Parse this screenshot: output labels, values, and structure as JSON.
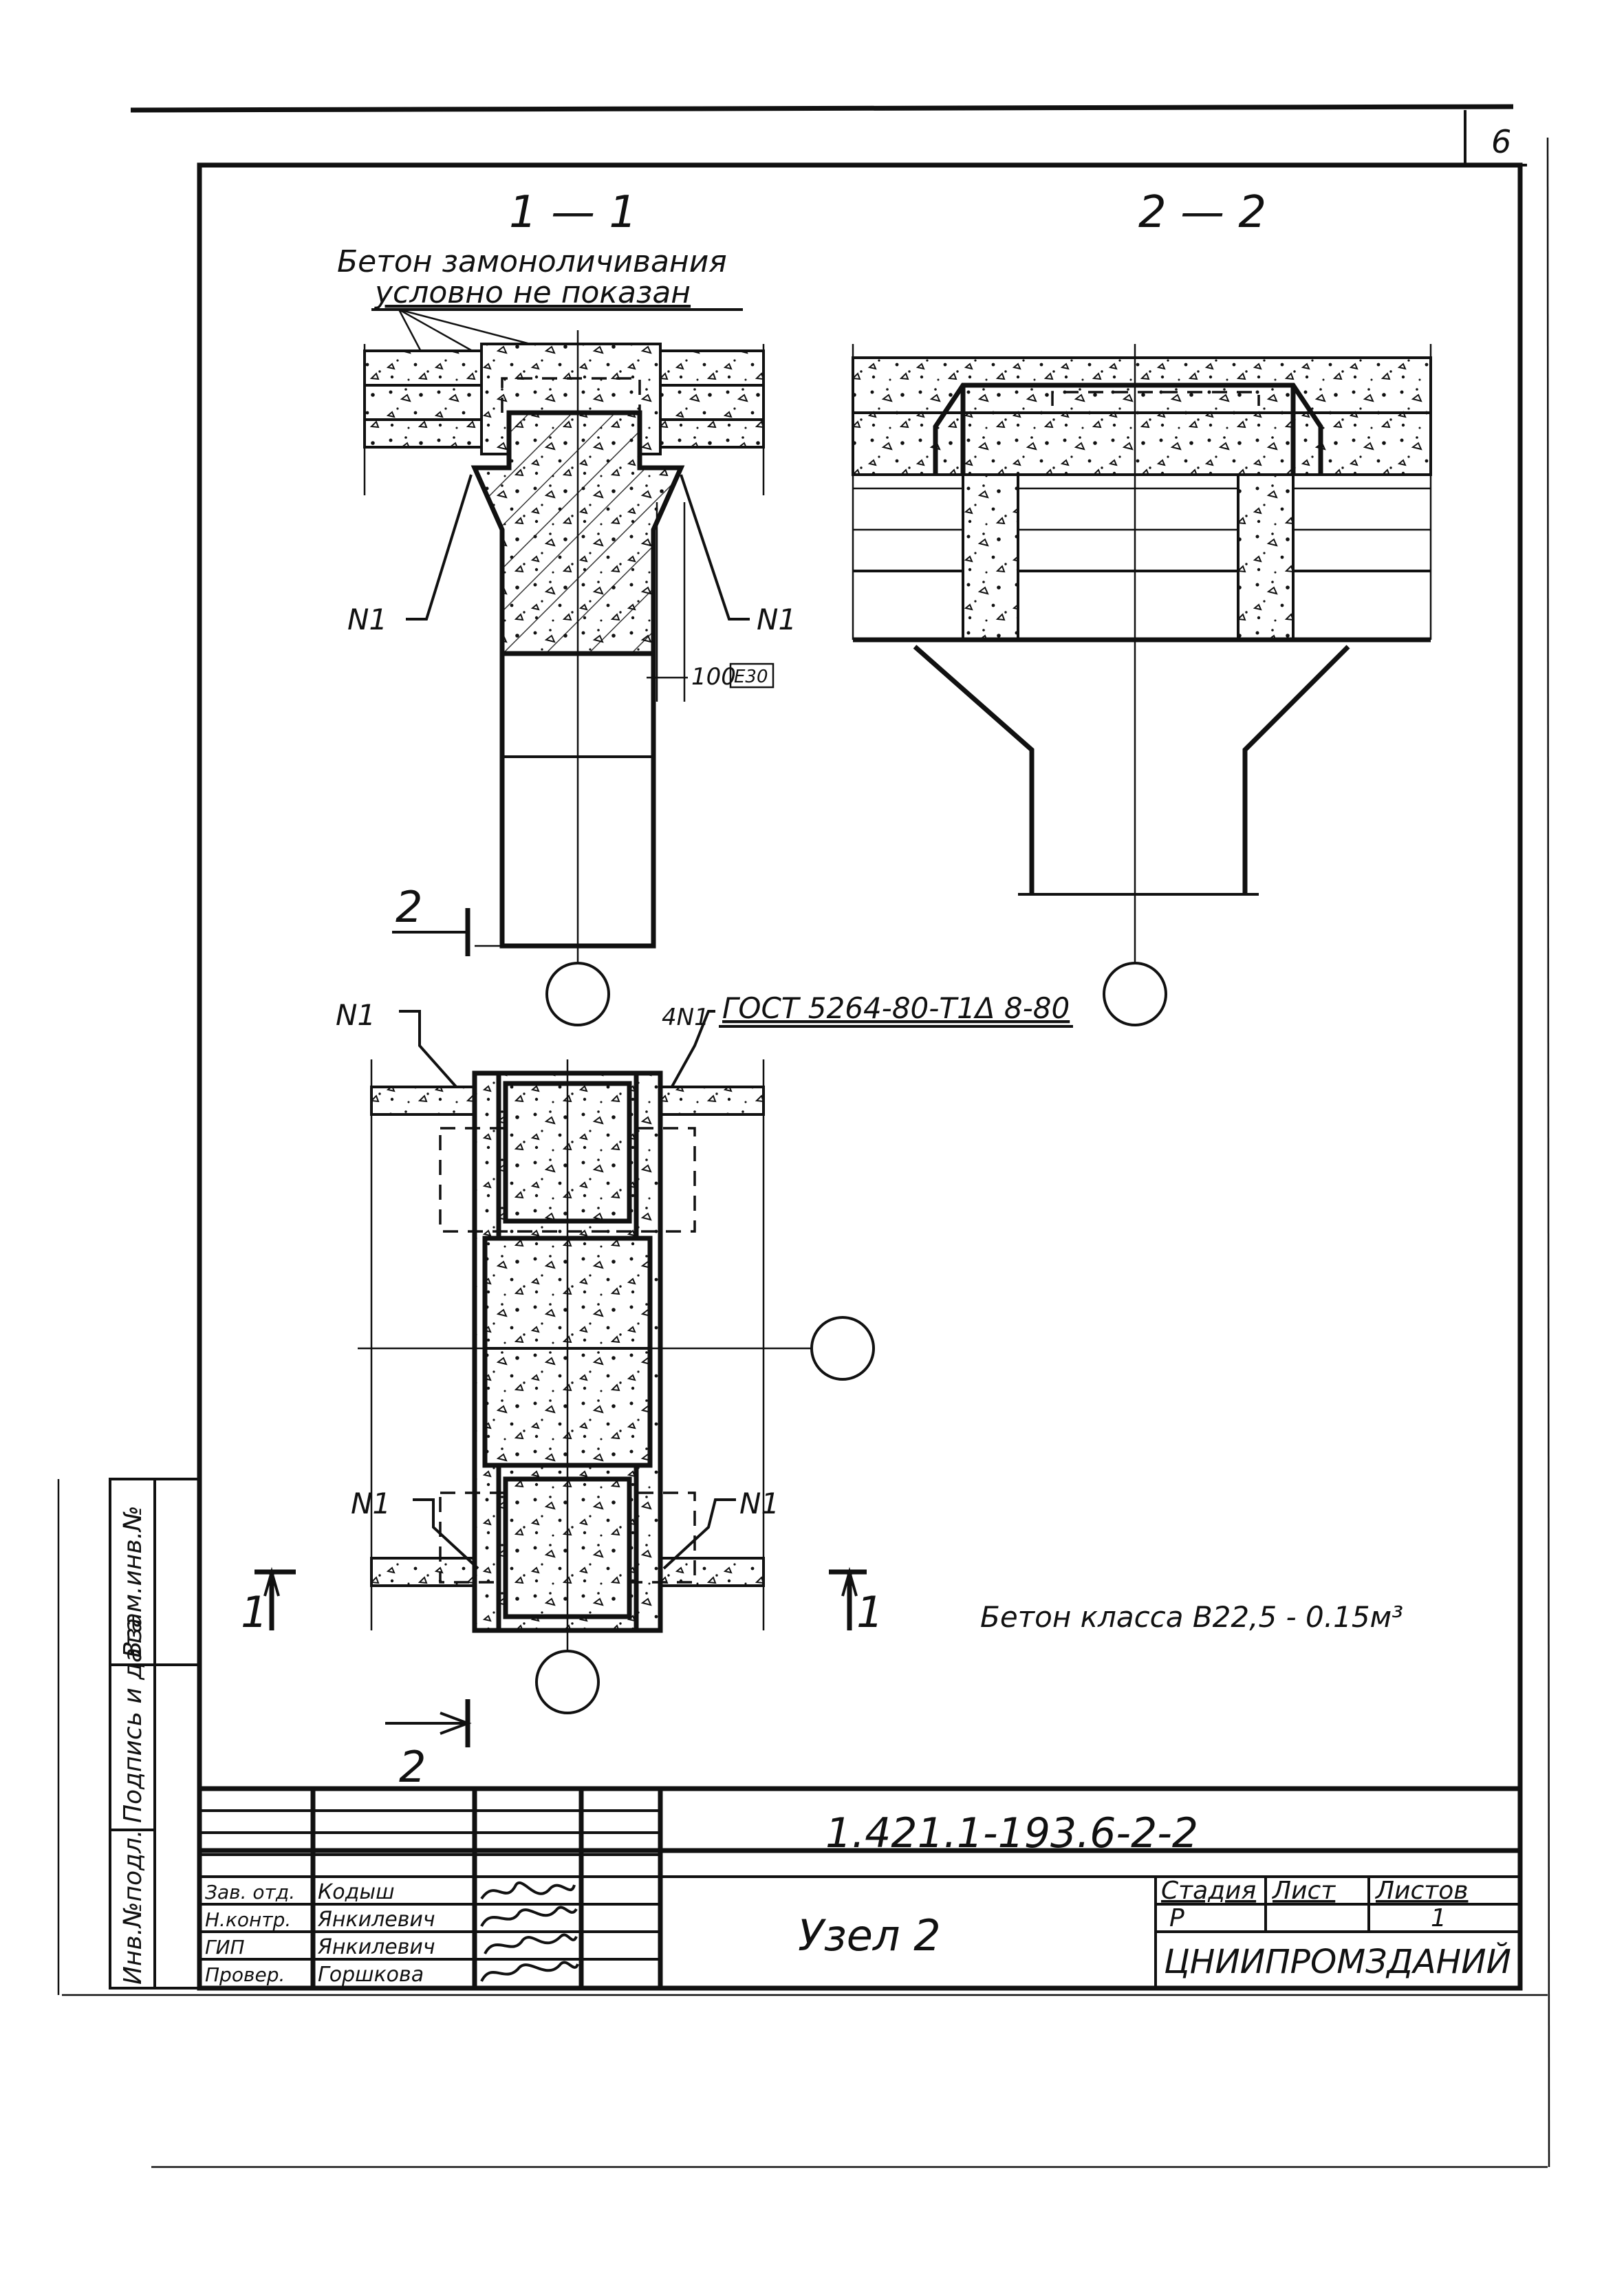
{
  "sheet": {
    "page_number": "6",
    "section_1_label": "1 — 1",
    "section_2_label": "2 — 2",
    "note_line_1": "Бетон замоноличивания",
    "note_line_2": "условно не показан",
    "marker_n1": "N1",
    "marker_4n1": "4N1",
    "dim_100": "100",
    "dim_box": "Е30",
    "gost_note": "ГОСТ 5264-80-Т1Δ 8-80",
    "cut_1_left": "1",
    "cut_1_right": "1",
    "cut_2_top": "2",
    "cut_2_bottom": "2",
    "concrete_note": "Бетон класса В22,5 - 0.15м³"
  },
  "side_stamp": {
    "col_1": "Инв.№подл.",
    "col_2": "Подпись и дата",
    "col_3": "Взам.инв.№"
  },
  "title_block": {
    "doc_code": "1.421.1-193.6-2-2",
    "title": "Узел 2",
    "stage_header": "Стадия",
    "sheet_header": "Лист",
    "sheets_header": "Листов",
    "stage_value": "Р",
    "sheet_value": "",
    "sheets_value": "1",
    "organization": "ЦНИИПРОМЗДАНИЙ",
    "roles": [
      "Зав. отд.",
      "Н.контр.",
      "ГИП",
      "Провер."
    ],
    "names": [
      "Кодыш",
      "Янкилевич",
      "Янкилевич",
      "Горшкова"
    ]
  }
}
